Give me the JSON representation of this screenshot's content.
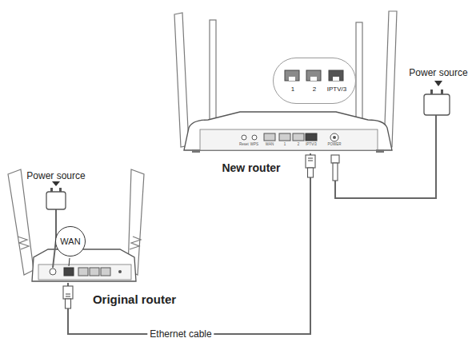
{
  "diagram": {
    "nodes": [
      {
        "text": [
          "1",
          "2",
          "IPTV/3"
        ]
      },
      {
        "text": [
          "New router"
        ]
      },
      {
        "text": [
          "WAN"
        ]
      },
      {
        "text": [
          "Original router"
        ]
      }
    ],
    "edges": [
      {
        "from": 3,
        "to": 1,
        "arrow": "none",
        "label": "Ethernet cable"
      }
    ],
    "labels": [
      "Power source",
      "Reset",
      "WPS",
      "WAN",
      "1",
      "2",
      "IPTV/3",
      "POWER",
      "Power source"
    ]
  }
}
